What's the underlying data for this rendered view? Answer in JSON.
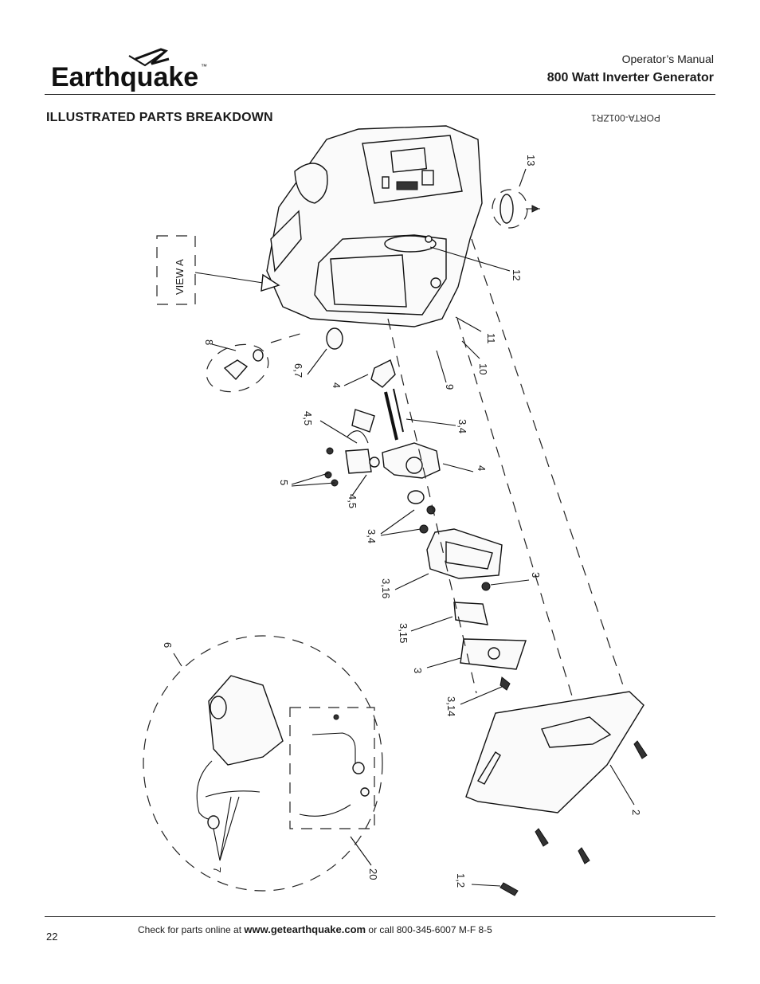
{
  "header": {
    "brand": "Earthquake",
    "trademark": "™",
    "manual_label": "Operator’s Manual",
    "product_title": "800 Watt Inverter Generator"
  },
  "section": {
    "heading": "ILLUSTRATED PARTS BREAKDOWN",
    "diagram_code": "PORTA-001ZR1"
  },
  "diagram": {
    "view_label": "VIEW A",
    "callouts": {
      "c13": "13",
      "c12": "12",
      "c11": "11",
      "c10": "10",
      "c9": "9",
      "c8": "8",
      "c67": "6,7",
      "c4a": "4",
      "c45a": "4,5",
      "c34a": "3,4",
      "c4b": "4",
      "c5": "5",
      "c45b": "4,5",
      "c34b": "3,4",
      "c316": "3,16",
      "c3a": "3",
      "c315": "3,15",
      "c3b": "3",
      "c314": "3,14",
      "c6": "6",
      "c7": "7",
      "c20": "20",
      "c2": "2",
      "c12b": "1,2"
    }
  },
  "footer": {
    "page_number": "22",
    "check_text": "Check for parts online at ",
    "website": "www.getearthquake.com",
    "call_text": " or call 800-345-6007 M-F 8-5"
  }
}
